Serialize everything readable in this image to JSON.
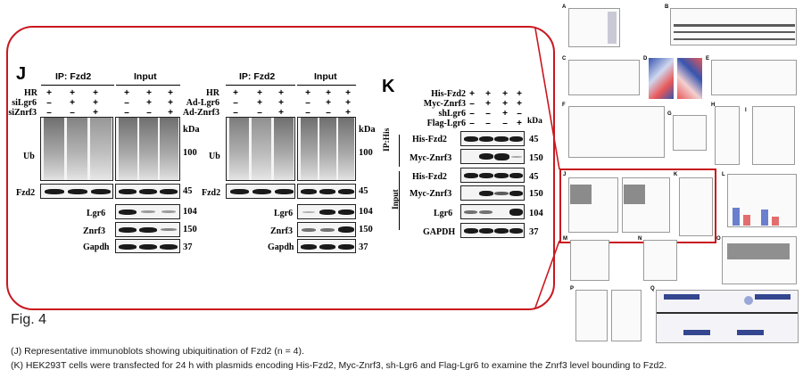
{
  "figure": {
    "fig_label": "Fig. 4",
    "caption_j": "(J) Representative immunoblots showing ubiquitination of Fzd2 (n = 4).",
    "caption_k": "(K) HEK293T cells were transfected for 24 h with plasmids encoding His-Fzd2, Myc-Znrf3, sh-Lgr6 and Flag-Lgr6 to examine the Znrf3 level bounding to Fzd2."
  },
  "panel_j": {
    "letter": "J",
    "left": {
      "ip_header": "IP: Fzd2",
      "input_header": "Input",
      "rows": [
        {
          "label": "HR",
          "signs": [
            "+",
            "+",
            "+",
            "+",
            "+",
            "+"
          ]
        },
        {
          "label": "siLgr6",
          "signs": [
            "–",
            "+",
            "+",
            "–",
            "+",
            "+"
          ]
        },
        {
          "label": "siZnrf3",
          "signs": [
            "–",
            "–",
            "+",
            "–",
            "–",
            "+"
          ]
        }
      ],
      "kda": "kDa",
      "ub_label": "Ub",
      "ub_kda": "100",
      "fzd2_label": "Fzd2",
      "fzd2_kda": "45",
      "lgr6_label": "Lgr6",
      "lgr6_kda": "104",
      "znrf3_label": "Znrf3",
      "znrf3_kda": "150",
      "gapdh_label": "Gapdh",
      "gapdh_kda": "37"
    },
    "right": {
      "ip_header": "IP: Fzd2",
      "input_header": "Input",
      "rows": [
        {
          "label": "HR",
          "signs": [
            "+",
            "+",
            "+",
            "+",
            "+",
            "+"
          ]
        },
        {
          "label": "Ad-Lgr6",
          "signs": [
            "–",
            "+",
            "+",
            "–",
            "+",
            "+"
          ]
        },
        {
          "label": "Ad-Znrf3",
          "signs": [
            "–",
            "–",
            "+",
            "–",
            "–",
            "+"
          ]
        }
      ],
      "kda": "kDa",
      "ub_label": "Ub",
      "ub_kda": "100",
      "fzd2_label": "Fzd2",
      "fzd2_kda": "45",
      "lgr6_label": "Lgr6",
      "lgr6_kda": "104",
      "znrf3_label": "Znrf3",
      "znrf3_kda": "150",
      "gapdh_label": "Gapdh",
      "gapdh_kda": "37"
    }
  },
  "panel_k": {
    "letter": "K",
    "rows": [
      {
        "label": "His-Fzd2",
        "signs": [
          "+",
          "+",
          "+",
          "+"
        ]
      },
      {
        "label": "Myc-Znrf3",
        "signs": [
          "–",
          "+",
          "+",
          "+"
        ]
      },
      {
        "label": "shLgr6",
        "signs": [
          "–",
          "–",
          "+",
          "–"
        ]
      },
      {
        "label": "Flag-Lgr6",
        "signs": [
          "–",
          "–",
          "–",
          "+"
        ]
      }
    ],
    "kda": "kDa",
    "ip_group": "IP:His",
    "input_group": "Input",
    "blots": [
      {
        "label": "His-Fzd2",
        "kda": "45"
      },
      {
        "label": "Myc-Znrf3",
        "kda": "150"
      },
      {
        "label": "His-Fzd2",
        "kda": "45"
      },
      {
        "label": "Myc-Znrf3",
        "kda": "150"
      },
      {
        "label": "Lgr6",
        "kda": "104"
      },
      {
        "label": "GAPDH",
        "kda": "37"
      }
    ]
  },
  "overview_letters": [
    "A",
    "B",
    "C",
    "D",
    "E",
    "F",
    "G",
    "H",
    "I",
    "J",
    "K",
    "L",
    "M",
    "N",
    "O",
    "P",
    "Q"
  ],
  "colors": {
    "highlight": "#c8181e",
    "caption_text": "#1a1a1a"
  }
}
